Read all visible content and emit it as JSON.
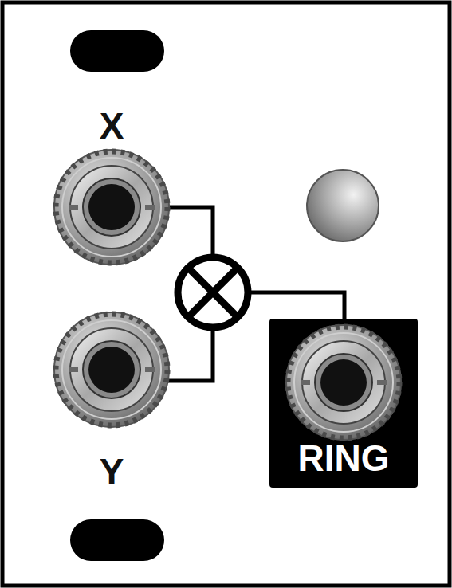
{
  "diagram": {
    "nodes": [
      {
        "text": [
          "RING"
        ]
      }
    ],
    "labels": [
      "X",
      "Y"
    ]
  }
}
